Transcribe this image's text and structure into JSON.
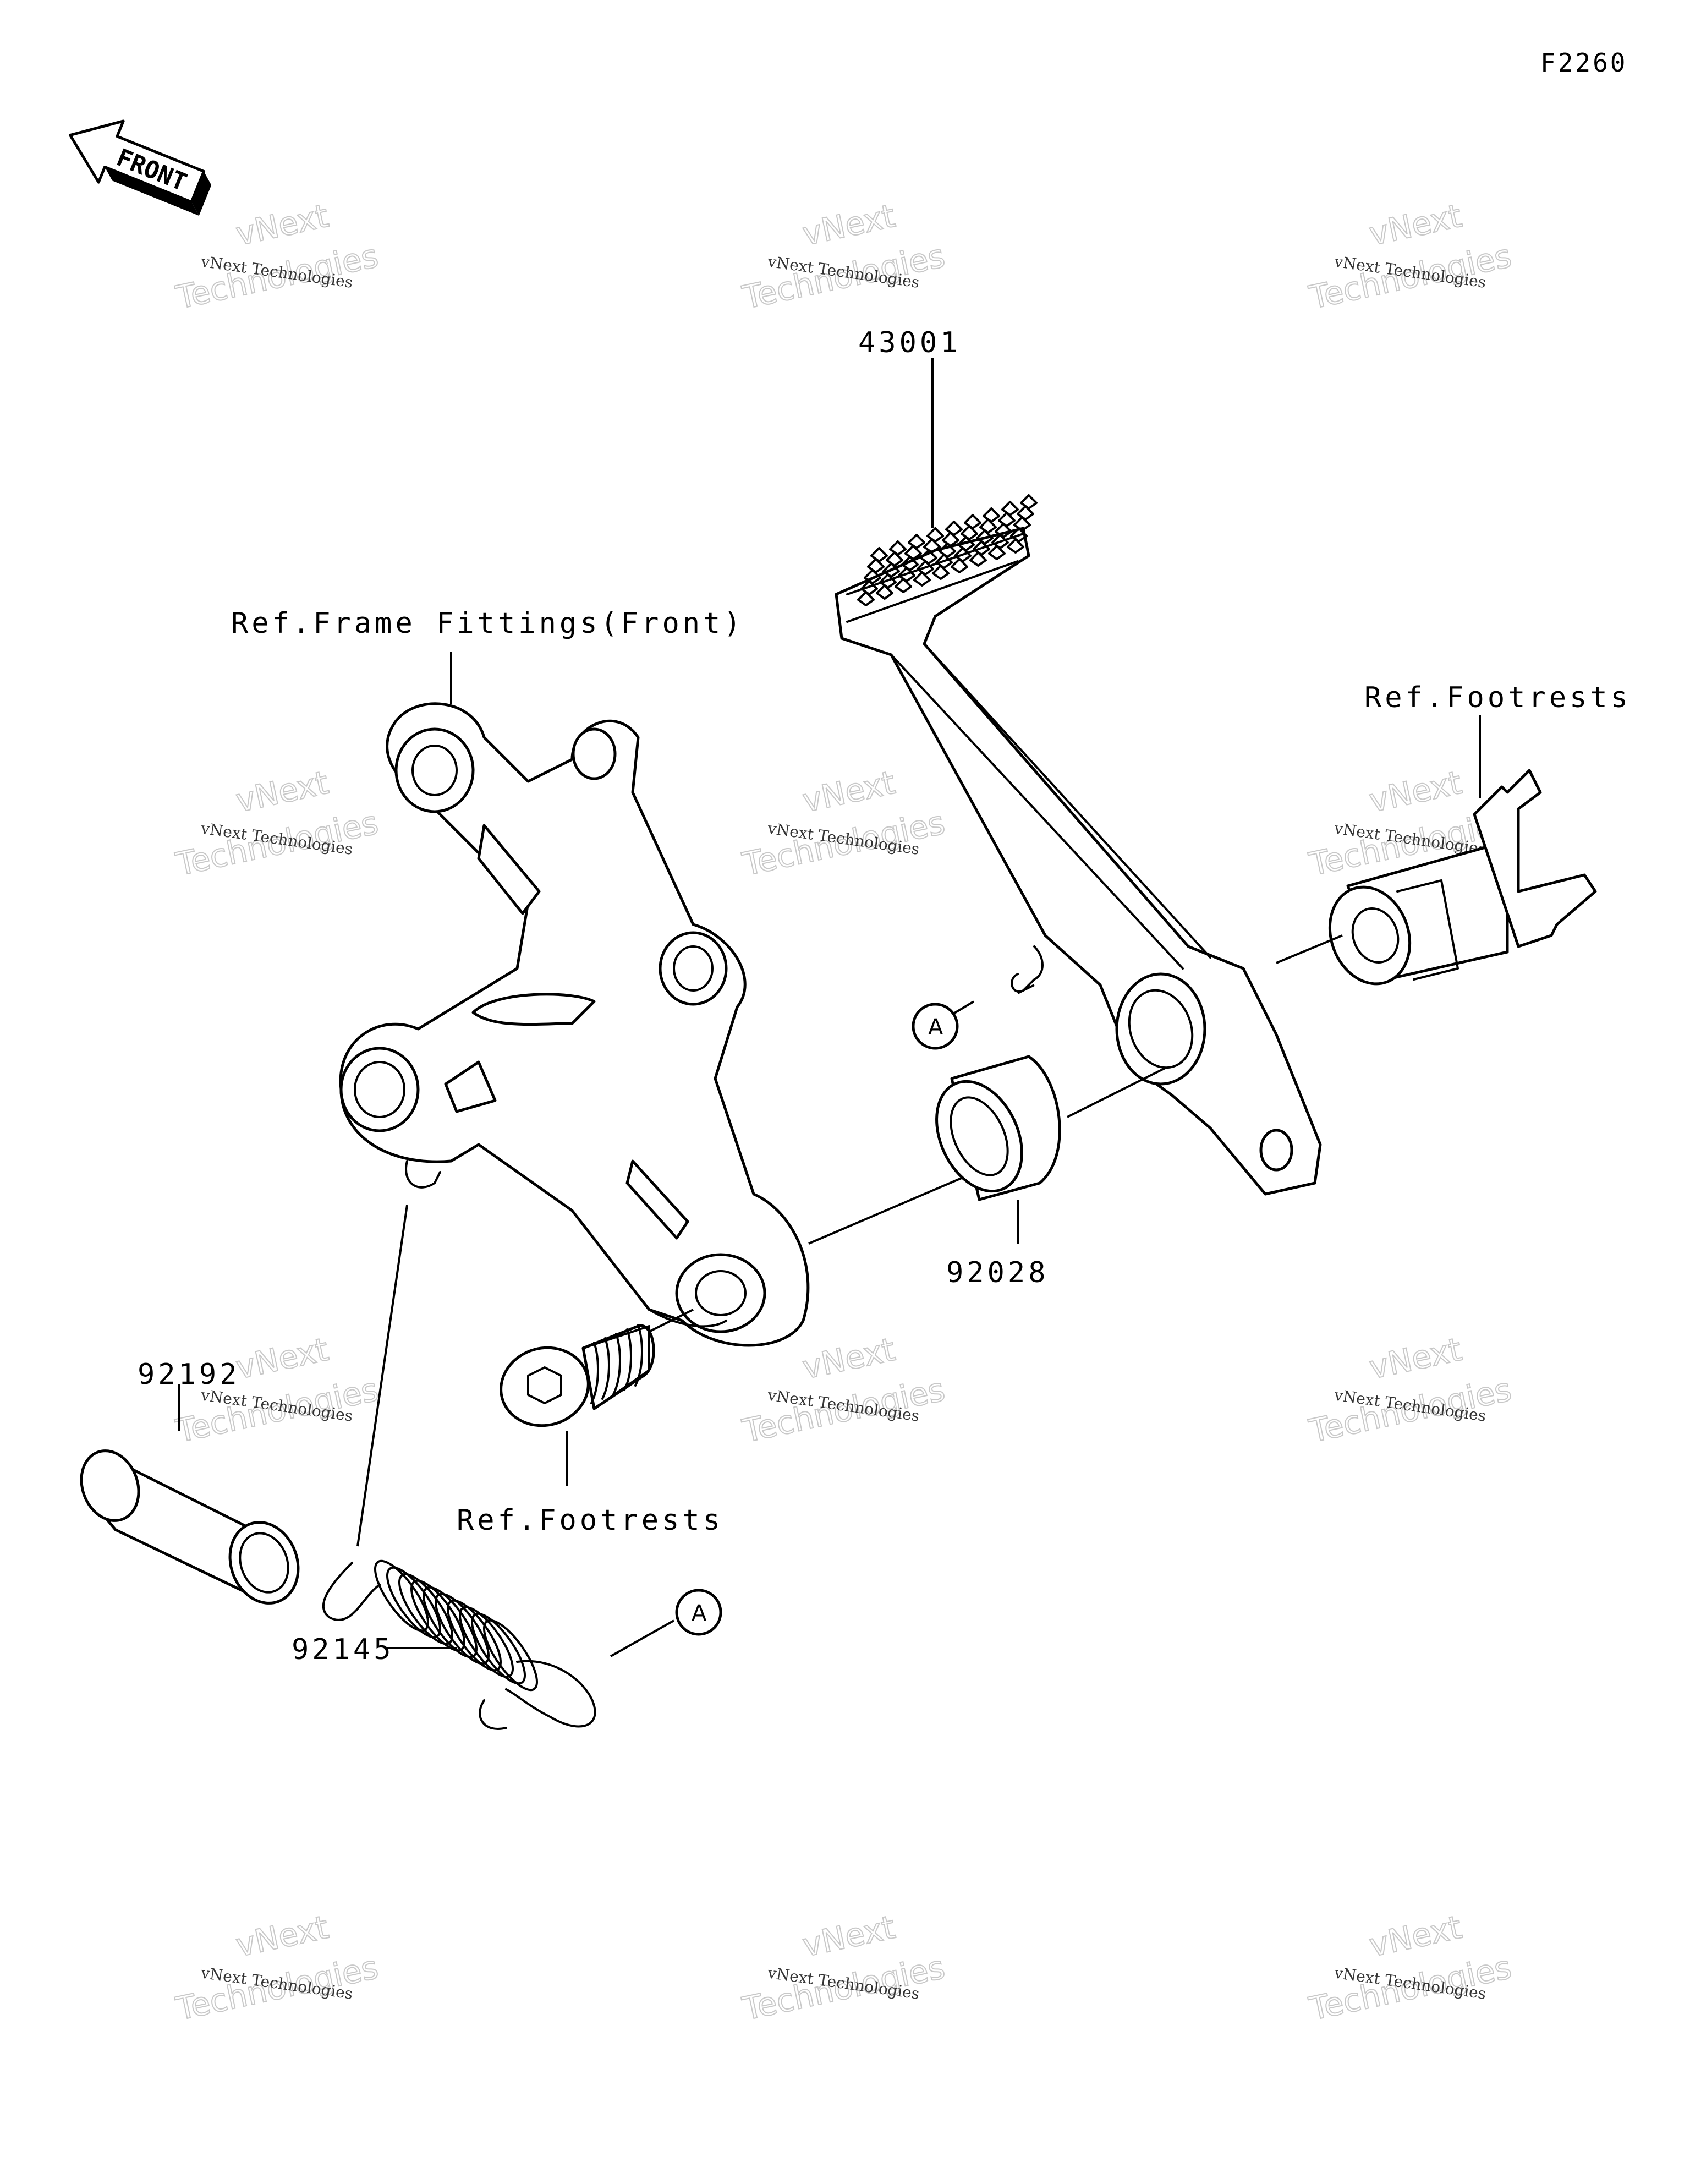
{
  "figure_code": "F2260",
  "front_arrow_label": "FRONT",
  "callout_marker": "A",
  "labels": {
    "pedal": "43001",
    "frame_ref": "Ref.Frame Fittings(Front)",
    "footrest_ref_right": "Ref.Footrests",
    "collar": "92028",
    "footrest_ref_bottom": "Ref.Footrests",
    "pipe": "92192",
    "spring": "92145"
  },
  "watermark": {
    "small": "vNext Technologies",
    "large_top": "vNext",
    "large_bottom": "Technologies"
  },
  "colors": {
    "line": "#000000",
    "background": "#ffffff",
    "watermark": "#c8c8c8"
  }
}
